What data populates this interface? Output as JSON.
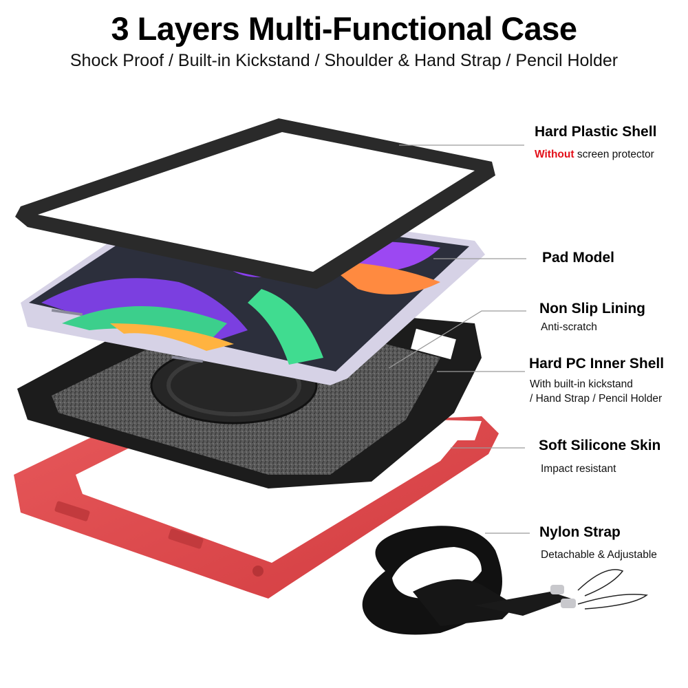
{
  "header": {
    "title": "3 Layers Multi-Functional Case",
    "subtitle": "Shock Proof / Built-in Kickstand / Shoulder & Hand Strap / Pencil Holder"
  },
  "callouts": [
    {
      "label": "Hard Plastic Shell",
      "desc_highlight": "Without",
      "desc_rest": " screen protector"
    },
    {
      "label": "Pad Model"
    },
    {
      "label": "Non Slip Lining",
      "desc": "Anti-scratch"
    },
    {
      "label": "Hard PC Inner Shell",
      "desc_line1": "With built-in kickstand",
      "desc_line2": "/ Hand Strap / Pencil Holder"
    },
    {
      "label": "Soft Silicone Skin",
      "desc": "Impact resistant"
    },
    {
      "label": "Nylon Strap",
      "desc": "Detachable & Adjustable"
    }
  ],
  "colors": {
    "highlight_red": "#e3101a",
    "shell_black": "#2a2a2a",
    "skin_red": "#e0474a",
    "tablet_frame": "#cfcbe0",
    "leader_line": "#9a9a9a"
  }
}
